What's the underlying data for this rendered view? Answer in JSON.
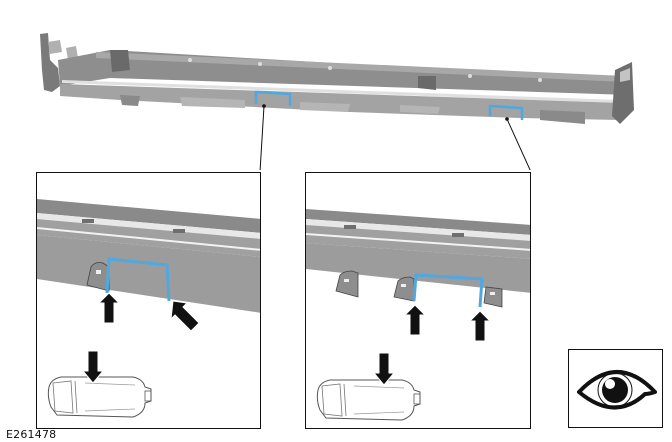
{
  "figure": {
    "id": "E261478",
    "colors": {
      "part_gray": "#9a9a9a",
      "part_dark": "#6e6e6e",
      "part_light": "#c4c4c4",
      "highlight_blue": "#4fa8e0",
      "arrow_black": "#111111",
      "outline": "#111111"
    }
  },
  "overview": {
    "label": "Sill moulding overview",
    "callouts": [
      {
        "name": "detail-left",
        "target": "left clip location"
      },
      {
        "name": "detail-right",
        "target": "right clip location"
      }
    ]
  },
  "details": [
    {
      "name": "detail-left",
      "arrows": 2,
      "arrow_directions": [
        "up",
        "up-left"
      ]
    },
    {
      "name": "detail-right",
      "arrows": 2,
      "arrow_directions": [
        "up",
        "up"
      ]
    }
  ],
  "icons": {
    "eye": "visual-inspection-eye-icon",
    "vehicle": "vehicle-top-view-icon",
    "arrow": "push-arrow-icon"
  }
}
